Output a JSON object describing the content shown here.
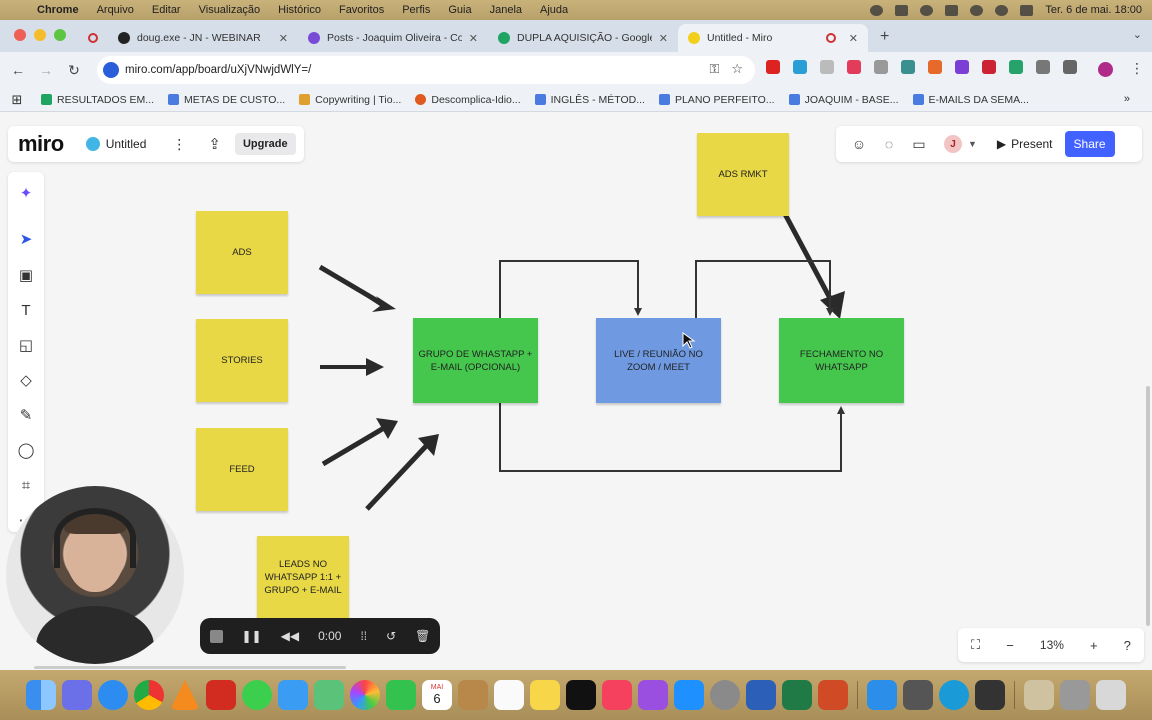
{
  "menubar": {
    "app": "Chrome",
    "items": [
      "Arquivo",
      "Editar",
      "Visualização",
      "Histórico",
      "Favoritos",
      "Perfis",
      "Guia",
      "Janela",
      "Ajuda"
    ],
    "clock": "Ter. 6 de mai.  18:00"
  },
  "tabs": [
    {
      "title": "doug.exe - JN - WEBINAR",
      "color": "#222222"
    },
    {
      "title": "Posts - Joaquim Oliveira - Co",
      "color": "#7a4bd6"
    },
    {
      "title": "DUPLA AQUISIÇÃO - Google",
      "color": "#1fa463"
    },
    {
      "title": "Untitled - Miro",
      "color": "#f2cf1d",
      "active": true
    }
  ],
  "address": {
    "url": "miro.com/app/board/uXjVNwjdWlY=/"
  },
  "bookmarks": [
    {
      "label": "RESULTADOS EM...",
      "color": "#1fa463"
    },
    {
      "label": "METAS DE CUSTO...",
      "color": "#4a7be0"
    },
    {
      "label": "Copywriting | Tio...",
      "color": "#e0a030"
    },
    {
      "label": "Descomplica-Idio...",
      "color": "#e05a20"
    },
    {
      "label": "INGLÊS - MÉTOD...",
      "color": "#4a7be0"
    },
    {
      "label": "PLANO PERFEITO...",
      "color": "#4a7be0"
    },
    {
      "label": "JOAQUIM - BASE...",
      "color": "#4a7be0"
    },
    {
      "label": "E-MAILS DA SEMA...",
      "color": "#4a7be0"
    }
  ],
  "miro": {
    "logo": "miro",
    "board_name": "Untitled",
    "upgrade": "Upgrade",
    "present": "Present",
    "share": "Share",
    "avatar": "J",
    "zoom": "13%"
  },
  "notes": {
    "ads": "ADS",
    "stories": "STORIES",
    "feed": "FEED",
    "leads": "LEADS NO WHATSAPP 1:1 + GRUPO + E-MAIL",
    "grupo": "GRUPO DE WHASTAPP + E-MAIL (OPCIONAL)",
    "live": "LIVE / REUNIÃO NO ZOOM / MEET",
    "fechamento": "FECHAMENTO NO WHATSAPP",
    "ads_rmkt": "ADS RMKT"
  },
  "recorder": {
    "time": "0:00"
  },
  "dock": {
    "calendar_month": "MAI",
    "calendar_day": "6"
  }
}
